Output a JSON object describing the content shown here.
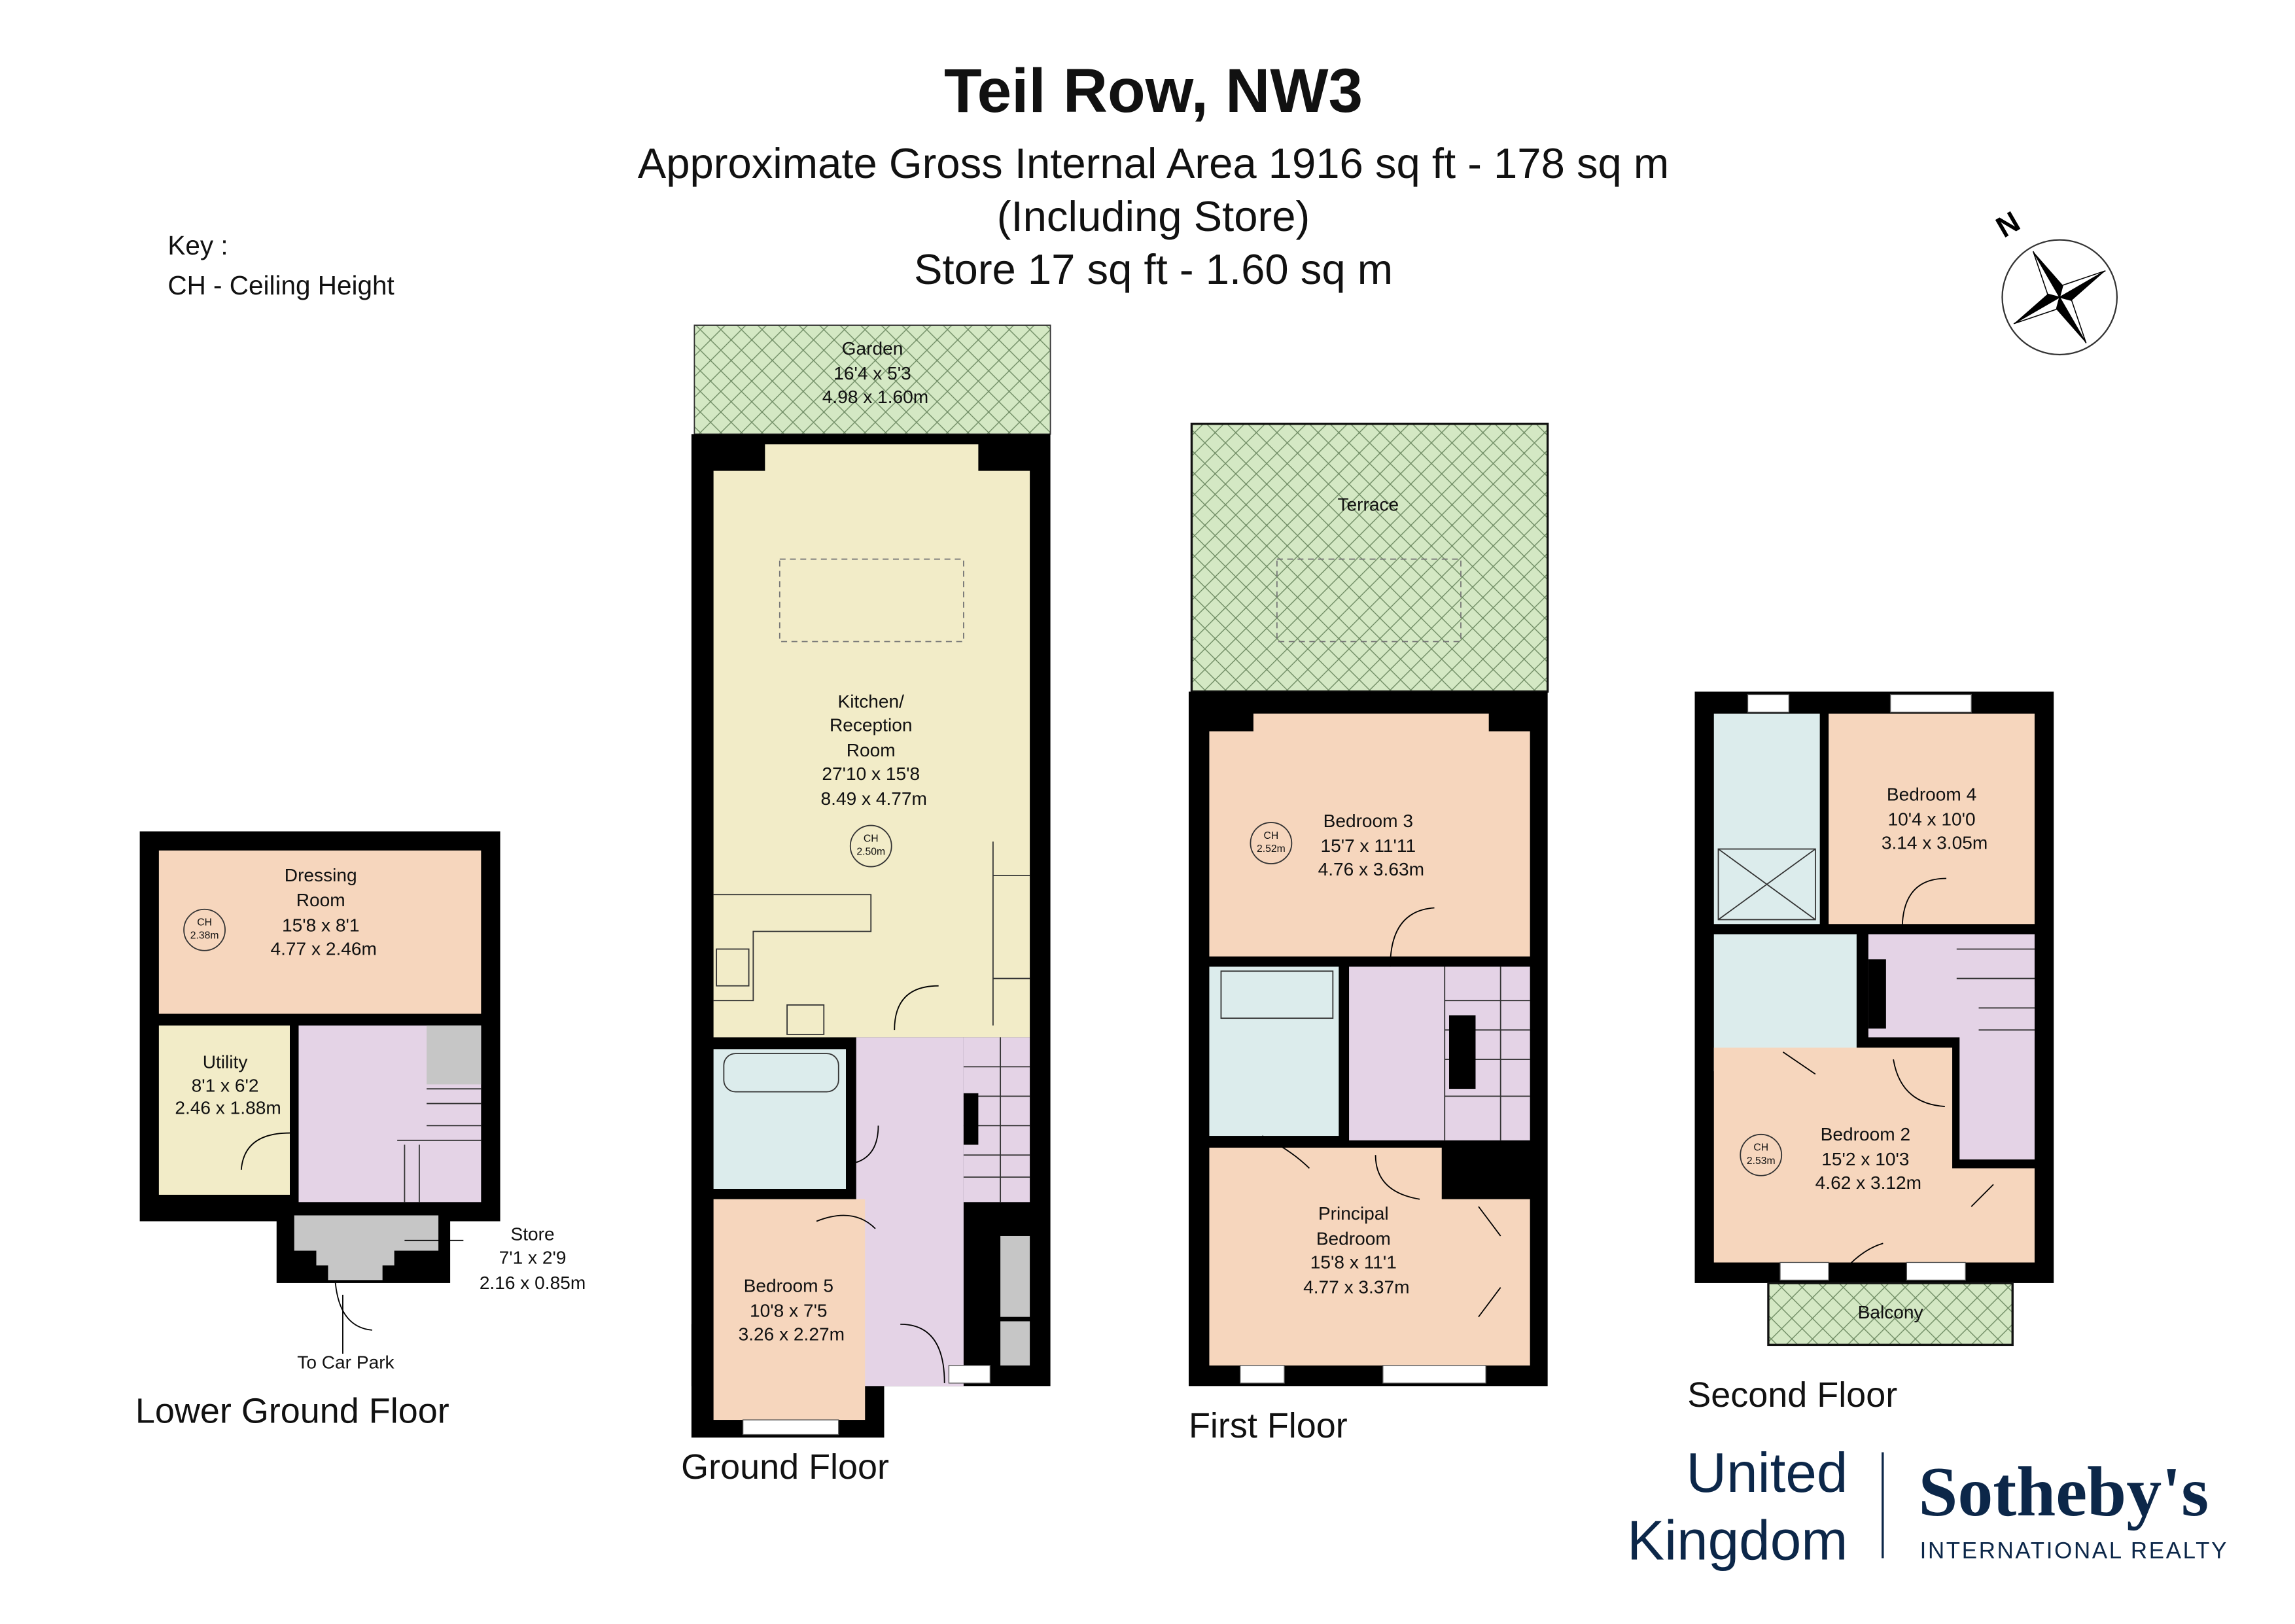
{
  "header": {
    "title": "Teil Row, NW3",
    "line1": "Approximate Gross Internal Area 1916 sq ft - 178 sq m",
    "line2": "(Including Store)",
    "line3": "Store 17 sq ft - 1.60 sq m"
  },
  "key": {
    "title": "Key :",
    "entry": "CH - Ceiling Height"
  },
  "compass": {
    "label": "N",
    "icon": "compass-rose-icon"
  },
  "colors": {
    "bedroom": "#f6d6bd",
    "kitchen": "#f2ecc8",
    "bathroom": "#dcecec",
    "circulation": "#e4d3e6",
    "outdoor": "#d4e8c4",
    "store": "#c6c6c6",
    "brand": "#0c2749"
  },
  "floors": {
    "lower_ground": {
      "label": "Lower Ground Floor",
      "dressing": {
        "l1": "Dressing",
        "l2": "Room",
        "imp": "15'8 x 8'1",
        "met": "4.77 x 2.46m",
        "ch": "CH",
        "chv": "2.38m"
      },
      "utility": {
        "l1": "Utility",
        "imp": "8'1 x 6'2",
        "met": "2.46 x 1.88m"
      },
      "store": {
        "l1": "Store",
        "imp": "7'1 x 2'9",
        "met": "2.16 x 0.85m"
      },
      "car_park": "To Car Park"
    },
    "ground": {
      "label": "Ground Floor",
      "garden": {
        "l1": "Garden",
        "imp": "16'4 x 5'3",
        "met": "4.98 x 1.60m"
      },
      "kitchen": {
        "l1": "Kitchen/",
        "l2": "Reception",
        "l3": "Room",
        "imp": "27'10 x 15'8",
        "met": "8.49 x 4.77m",
        "ch": "CH",
        "chv": "2.50m"
      },
      "bedroom5": {
        "l1": "Bedroom 5",
        "imp": "10'8 x 7'5",
        "met": "3.26 x 2.27m"
      }
    },
    "first": {
      "label": "First Floor",
      "terrace": {
        "l1": "Terrace"
      },
      "bedroom3": {
        "l1": "Bedroom 3",
        "imp": "15'7 x 11'11",
        "met": "4.76 x 3.63m",
        "ch": "CH",
        "chv": "2.52m"
      },
      "principal": {
        "l1": "Principal",
        "l2": "Bedroom",
        "imp": "15'8 x 11'1",
        "met": "4.77 x 3.37m"
      }
    },
    "second": {
      "label": "Second Floor",
      "bedroom4": {
        "l1": "Bedroom 4",
        "imp": "10'4 x 10'0",
        "met": "3.14 x 3.05m"
      },
      "bedroom2": {
        "l1": "Bedroom 2",
        "imp": "15'2 x 10'3",
        "met": "4.62 x 3.12m",
        "ch": "CH",
        "chv": "2.53m"
      },
      "balcony": {
        "l1": "Balcony"
      }
    }
  },
  "logo": {
    "left1": "United",
    "left2": "Kingdom",
    "brand": "Sotheby's",
    "tag": "INTERNATIONAL REALTY"
  }
}
